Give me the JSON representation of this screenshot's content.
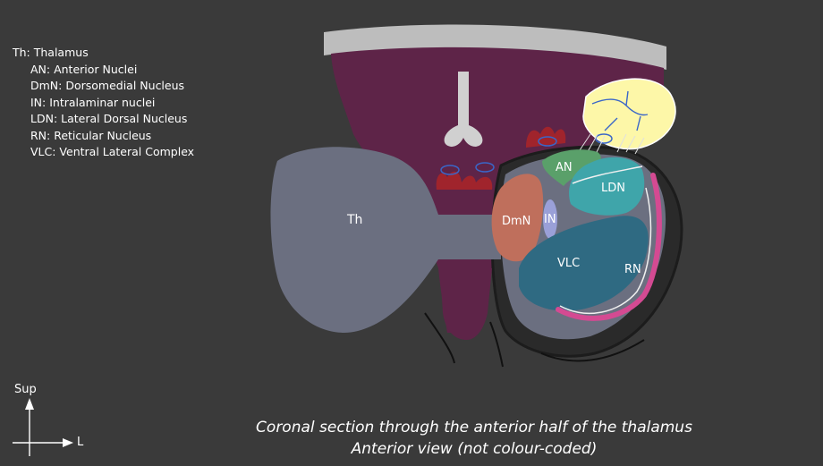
{
  "legend": {
    "heading": "Th: Thalamus",
    "items": [
      "AN: Anterior Nuclei",
      "DmN: Dorsomedial Nucleus",
      "IN: Intralaminar nuclei",
      "LDN: Lateral Dorsal Nucleus",
      "RN: Reticular Nucleus",
      "VLC: Ventral Lateral Complex"
    ]
  },
  "labels": {
    "th": "Th",
    "an": "AN",
    "ldn": "LDN",
    "dmn": "DmN",
    "in": "IN",
    "vlc": "VLC",
    "rn": "RN"
  },
  "orientation": {
    "superior": "Sup",
    "lateral": "L"
  },
  "caption": {
    "line1": "Coronal section through the anterior half of the thalamus",
    "line2": "Anterior view (not colour-coded)"
  },
  "colors": {
    "background": "#3a3a3a",
    "thalamus": "#6b6f80",
    "ventricle_region": "#5e2448",
    "anterior_nuclei": "#5aa06a",
    "lateral_dorsal": "#3fa5aa",
    "dorsomedial": "#bf6f5c",
    "intralaminar": "#9aa0d8",
    "ventral_lateral": "#2f6a82",
    "reticular": "#d44a92",
    "caudate_yellow": "#fdf7a8",
    "corpus_callosum": "#bdbdbd",
    "choroid_plexus": "#a0242c"
  }
}
